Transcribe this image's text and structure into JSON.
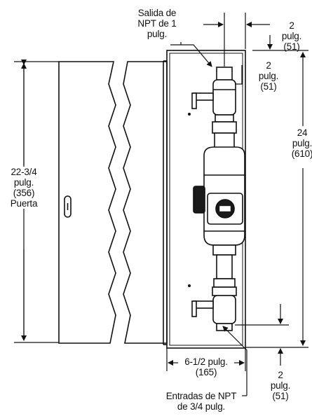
{
  "labels": {
    "outlet": {
      "line1": "Salida de",
      "line2": "NPT de 1",
      "line3": "pulg."
    },
    "top_offset": {
      "value": "2",
      "unit": "pulg.",
      "metric": "(51)"
    },
    "outlet_offset": {
      "value": "2",
      "unit": "pulg.",
      "metric": "(51)"
    },
    "height": {
      "value": "24",
      "unit": "pulg.",
      "metric": "(610)"
    },
    "door": {
      "value": "22-3/4",
      "unit": "pulg.",
      "metric": "(356)",
      "name": "Puerta"
    },
    "width": {
      "value": "6-1/2 pulg.",
      "metric": "(165)"
    },
    "bottom_offset": {
      "value": "2",
      "unit": "pulg.",
      "metric": "(51)"
    },
    "inlets": {
      "line1": "Entradas de NPT",
      "line2": "de 3/4 pulg."
    }
  },
  "colors": {
    "line": "#111111",
    "fill": "#ffffff",
    "valve_shade": "#1a1a1a"
  }
}
